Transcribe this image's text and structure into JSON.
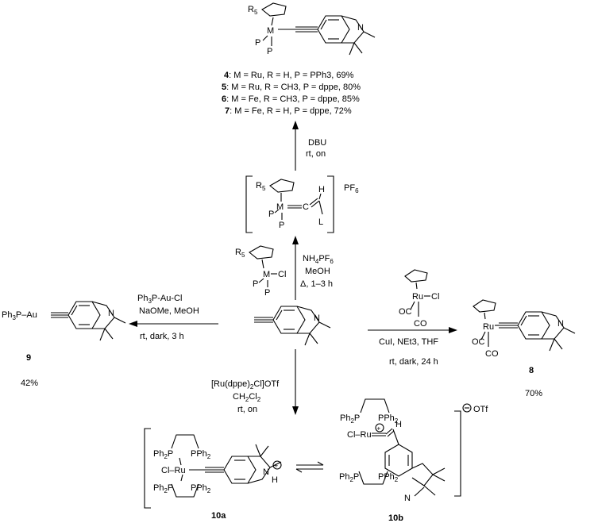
{
  "top_complex": {
    "r_label": "R5",
    "metal": "M",
    "p_label_1": "P",
    "p_label_2": "P",
    "yield_lines": [
      {
        "num": "4",
        "text": ": M = Ru, R = H, P = PPh3, 69%"
      },
      {
        "num": "5",
        "text": ": M = Ru, R = CH3, P = dppe, 80%"
      },
      {
        "num": "6",
        "text": ": M = Fe, R = CH3, P = dppe, 85%"
      },
      {
        "num": "7",
        "text": ": M = Fe, R = H, P = dppe, 72%"
      }
    ]
  },
  "step_dbu": {
    "line1": "DBU",
    "line2": "rt, on"
  },
  "vinylidene": {
    "r_label": "R5",
    "metal": "M",
    "h": "H",
    "l": "L",
    "p1": "P",
    "p2": "P",
    "counter": "PF6"
  },
  "step_nh4": {
    "line1": "NH4PF6",
    "line2": "MeOH",
    "line3": "Δ, 1–3 h"
  },
  "metal_chloride": {
    "r_label": "R5",
    "metal": "M",
    "cl": "Cl",
    "p1": "P",
    "p2": "P"
  },
  "left_reagent": {
    "line1": "Ph3P-Au-Cl",
    "line2": "NaOMe, MeOH",
    "line3": "rt, dark, 3 h"
  },
  "compound_9": {
    "prefix": "Ph3P-Au",
    "number": "9",
    "yield": "42%"
  },
  "ru_co_reagent": {
    "metal": "Ru",
    "cl": "Cl",
    "oc": "OC",
    "co": "CO"
  },
  "right_reagent": {
    "line1": "CuI, NEt3, THF",
    "line2": "rt, dark, 24 h"
  },
  "compound_8": {
    "metal": "Ru",
    "oc": "OC",
    "co": "CO",
    "number": "8",
    "yield": "70%"
  },
  "down_reagent": {
    "line1": "[Ru(dppe)2Cl]OTf",
    "line2": "CH2Cl2",
    "line3": "rt, on"
  },
  "compound_10a": {
    "ph2p_1": "Ph2P",
    "pph2_1": "PPh2",
    "clru": "Cl–Ru",
    "ph2p_2": "Ph2P",
    "pph2_2": "PPh2",
    "nh": "N",
    "h": "H",
    "number": "10a"
  },
  "compound_10b": {
    "ph2p_1": "Ph2P",
    "pph2_1": "PPh2",
    "clru": "Cl–Ru",
    "ph2p_2": "Ph2P",
    "pph2_2": "PPh2",
    "h": "H",
    "n": "N",
    "number": "10b",
    "counter": "OTf"
  },
  "indolenine_n": "N"
}
